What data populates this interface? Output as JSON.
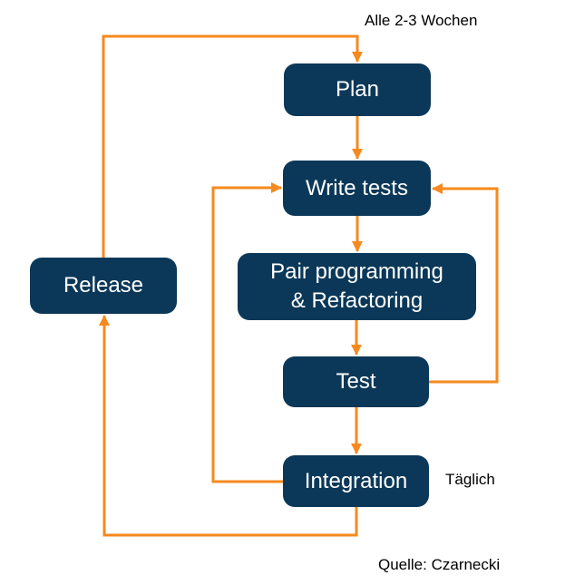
{
  "colors": {
    "node_fill": "#0B3858",
    "node_text": "#FFFFFF",
    "arrow": "#F68A1E",
    "label_text": "#000000",
    "page_bg": "#FFFFFF"
  },
  "nodes": [
    {
      "id": "plan",
      "label": "Plan"
    },
    {
      "id": "write-tests",
      "label": "Write tests"
    },
    {
      "id": "pair",
      "label": "Pair programming\n& Refactoring"
    },
    {
      "id": "test",
      "label": "Test"
    },
    {
      "id": "integration",
      "label": "Integration"
    },
    {
      "id": "release",
      "label": "Release"
    }
  ],
  "annotations": [
    {
      "id": "cycle-frequency",
      "text": "Alle 2-3 Wochen"
    },
    {
      "id": "daily-frequency",
      "text": "Täglich"
    },
    {
      "id": "source-credit",
      "text": "Quelle: Czarnecki"
    }
  ]
}
